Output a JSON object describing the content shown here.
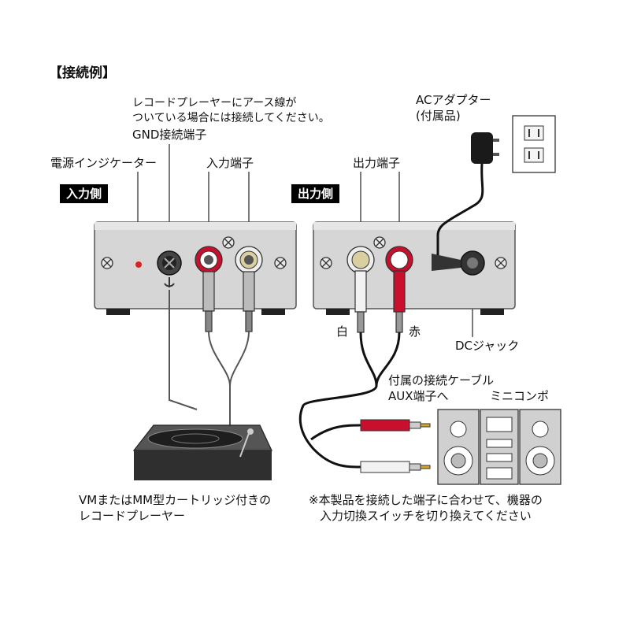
{
  "title": "【接続例】",
  "labels": {
    "ground_note_line1": "レコードプレーヤーにアース線が",
    "ground_note_line2": "ついている場合には接続してください。",
    "gnd_terminal": "GND接続端子",
    "power_indicator": "電源インジケーター",
    "input_terminal": "入力端子",
    "output_terminal": "出力端子",
    "ac_adapter_line1": "ACアダプター",
    "ac_adapter_line2": "(付属品)",
    "input_side": "入力側",
    "output_side": "出力側",
    "white": "白",
    "red": "赤",
    "dc_jack": "DCジャック",
    "cable_line1": "付属の接続ケーブル",
    "cable_line2": "AUX端子へ",
    "mini_component": "ミニコンポ",
    "player_line1": "VMまたはMM型カートリッジ付きの",
    "player_line2": "レコードプレーヤー",
    "note_line1": "※本製品を接続した端子に合わせて、機器の",
    "note_line2": "入力切換スイッチを切り換えてください"
  },
  "colors": {
    "device_body": "#d6d6d6",
    "device_edge": "#555555",
    "red_plug": "#c8102e",
    "white_plug": "#e8e8e8",
    "indicator": "#e02020",
    "cable": "#333333",
    "turntable": "#3a3a3a"
  }
}
